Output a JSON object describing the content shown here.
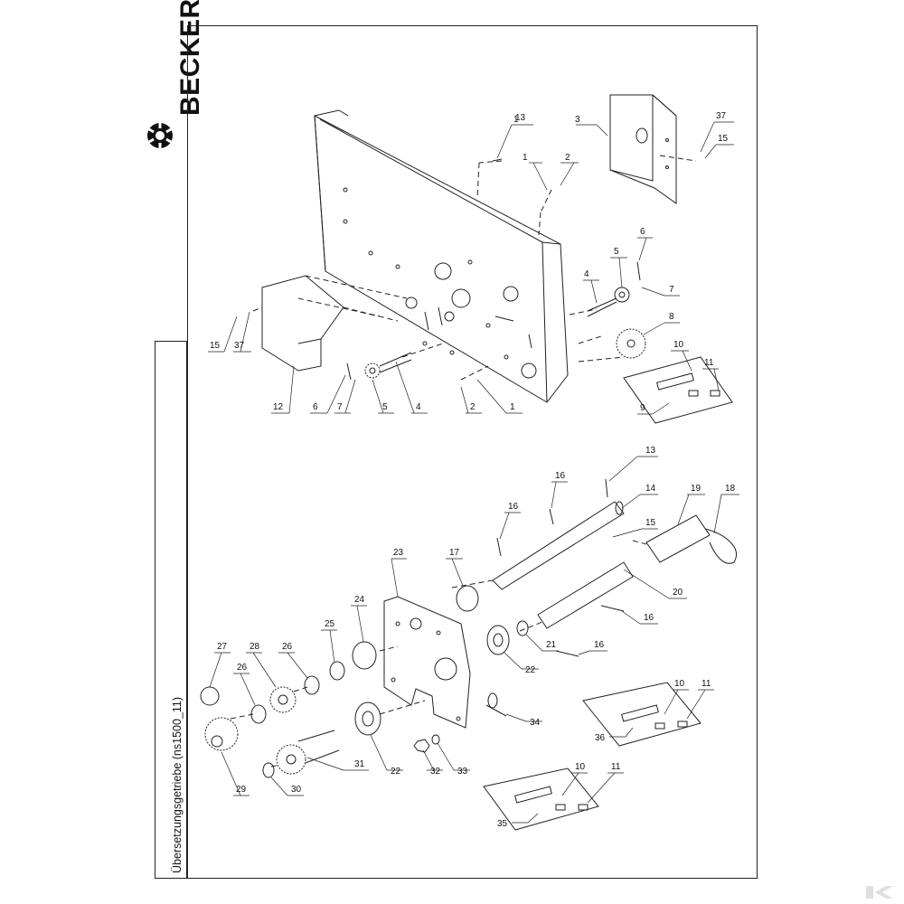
{
  "brand": {
    "name": "BECKER"
  },
  "sheet": {
    "title": "Übersetzungsgetriebe (ns1500_11)"
  },
  "upper_labels": [
    "1",
    "2",
    "3",
    "4",
    "5",
    "6",
    "7",
    "8",
    "9",
    "10",
    "11",
    "12",
    "13",
    "15",
    "37",
    "15",
    "37",
    "6",
    "7",
    "5",
    "4",
    "2",
    "1"
  ],
  "lower_labels": [
    "10",
    "11",
    "13",
    "14",
    "15",
    "16",
    "16",
    "16",
    "16",
    "17",
    "18",
    "19",
    "20",
    "21",
    "22",
    "22",
    "23",
    "24",
    "25",
    "26",
    "26",
    "27",
    "28",
    "29",
    "30",
    "31",
    "32",
    "33",
    "34",
    "35",
    "36",
    "10",
    "11",
    "10",
    "11"
  ]
}
